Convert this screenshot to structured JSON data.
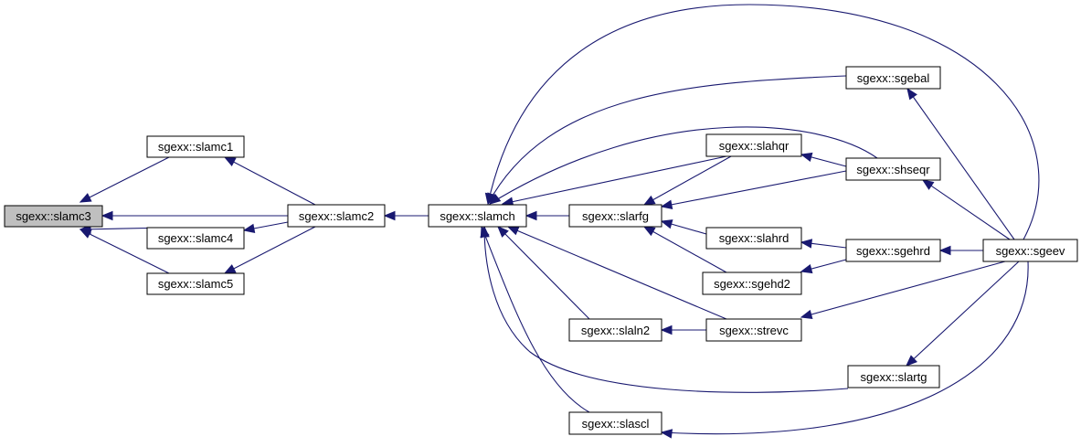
{
  "graph": {
    "nodes": {
      "slamc3": "sgexx::slamc3",
      "slamc1": "sgexx::slamc1",
      "slamc4": "sgexx::slamc4",
      "slamc5": "sgexx::slamc5",
      "slamc2": "sgexx::slamc2",
      "slamch": "sgexx::slamch",
      "slahqr": "sgexx::slahqr",
      "slarfg": "sgexx::slarfg",
      "slahrd": "sgexx::slahrd",
      "sgehd2": "sgexx::sgehd2",
      "slaln2": "sgexx::slaln2",
      "strevc": "sgexx::strevc",
      "slascl": "sgexx::slascl",
      "sgebal": "sgexx::sgebal",
      "shseqr": "sgexx::shseqr",
      "sgehrd": "sgexx::sgehrd",
      "slartg": "sgexx::slartg",
      "sgeev": "sgexx::sgeev"
    },
    "highlighted": "slamc3",
    "edge_color": "#191970",
    "highlight_fill": "#bfbfbf",
    "edges": [
      {
        "caller": "slamc1",
        "callee": "slamc3"
      },
      {
        "caller": "slamc2",
        "callee": "slamc3"
      },
      {
        "caller": "slamc4",
        "callee": "slamc3"
      },
      {
        "caller": "slamc5",
        "callee": "slamc3"
      },
      {
        "caller": "slamc2",
        "callee": "slamc1"
      },
      {
        "caller": "slamc2",
        "callee": "slamc4"
      },
      {
        "caller": "slamc2",
        "callee": "slamc5"
      },
      {
        "caller": "slamch",
        "callee": "slamc2"
      },
      {
        "caller": "sgebal",
        "callee": "slamch"
      },
      {
        "caller": "sgeev",
        "callee": "slamch"
      },
      {
        "caller": "shseqr",
        "callee": "slamch"
      },
      {
        "caller": "slahqr",
        "callee": "slamch"
      },
      {
        "caller": "slarfg",
        "callee": "slamch"
      },
      {
        "caller": "slaln2",
        "callee": "slamch"
      },
      {
        "caller": "strevc",
        "callee": "slamch"
      },
      {
        "caller": "slartg",
        "callee": "slamch"
      },
      {
        "caller": "slascl",
        "callee": "slamch"
      },
      {
        "caller": "slahqr",
        "callee": "slarfg"
      },
      {
        "caller": "shseqr",
        "callee": "slarfg"
      },
      {
        "caller": "slahrd",
        "callee": "slarfg"
      },
      {
        "caller": "sgehd2",
        "callee": "slarfg"
      },
      {
        "caller": "shseqr",
        "callee": "slahqr"
      },
      {
        "caller": "sgehrd",
        "callee": "slahrd"
      },
      {
        "caller": "sgehrd",
        "callee": "sgehd2"
      },
      {
        "caller": "strevc",
        "callee": "slaln2"
      },
      {
        "caller": "sgeev",
        "callee": "sgebal"
      },
      {
        "caller": "sgeev",
        "callee": "shseqr"
      },
      {
        "caller": "sgeev",
        "callee": "sgehrd"
      },
      {
        "caller": "sgeev",
        "callee": "strevc"
      },
      {
        "caller": "sgeev",
        "callee": "slartg"
      },
      {
        "caller": "sgeev",
        "callee": "slascl"
      }
    ]
  }
}
